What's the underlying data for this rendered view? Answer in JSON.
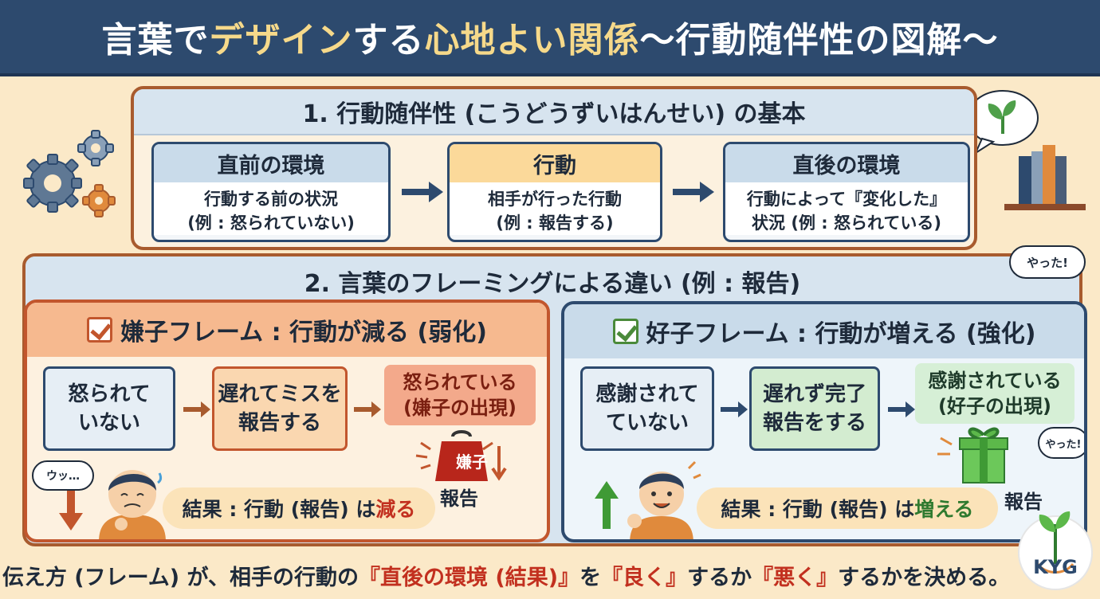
{
  "title": {
    "part1": "言葉で",
    "part2": "デザイン",
    "part3": "する",
    "part4": "心地よい関係",
    "part5": "〜行動随伴性の図解〜"
  },
  "section1": {
    "heading": "1. 行動随伴性 (こうどうずいはんせい) の基本",
    "boxes": [
      {
        "title": "直前の環境",
        "line1": "行動する前の状況",
        "line2": "(例 : 怒られていない)"
      },
      {
        "title": "行動",
        "line1": "相手が行った行動",
        "line2": "(例 : 報告する)"
      },
      {
        "title": "直後の環境",
        "line1": "行動によって『変化した』",
        "line2": "状況 (例 : 怒られている)"
      }
    ]
  },
  "section2": {
    "heading": "2. 言葉のフレーミングによる違い (例 : 報告)",
    "bubble_top": "やった!",
    "bad": {
      "heading": "嫌子フレーム : 行動が減る (弱化)",
      "steps": [
        {
          "line1": "怒られて",
          "line2": "いない"
        },
        {
          "line1": "遅れてミスを",
          "line2": "報告する"
        },
        {
          "line1": "怒られている",
          "line2": "(嫌子の出現)"
        }
      ],
      "weight_label": "嫌子",
      "report_label": "報告",
      "bubble": "ウッ…",
      "result_prefix": "結果 : 行動 (報告) は",
      "result_emph": "減る"
    },
    "good": {
      "heading": "好子フレーム : 行動が増える (強化)",
      "steps": [
        {
          "line1": "感謝されて",
          "line2": "ていない"
        },
        {
          "line1": "遅れず完了",
          "line2": "報告をする"
        },
        {
          "line1": "感謝されている",
          "line2": "(好子の出現)"
        }
      ],
      "report_label": "報告",
      "bubble": "やった!",
      "result_prefix": "結果 : 行動 (報告) は",
      "result_emph": "増える"
    }
  },
  "footer": {
    "part1": "伝え方 (フレーム) が、相手の行動の",
    "part2": "『直後の環境 (結果)』",
    "part3": "を",
    "part4": "『良く』",
    "part5": "するか",
    "part6": "『悪く』",
    "part7": "するかを決める。"
  },
  "logo": {
    "text": "KYG"
  },
  "colors": {
    "navy": "#2d4a6e",
    "accent_red": "#c2301f",
    "accent_green": "#2f7a2f",
    "cream": "#fbe9c8"
  },
  "icons": [
    "gears-icon",
    "plant-bubble-icon",
    "books-icon",
    "weight-icon",
    "gift-icon",
    "arrow-up-icon",
    "arrow-down-icon",
    "kyg-logo-icon"
  ]
}
